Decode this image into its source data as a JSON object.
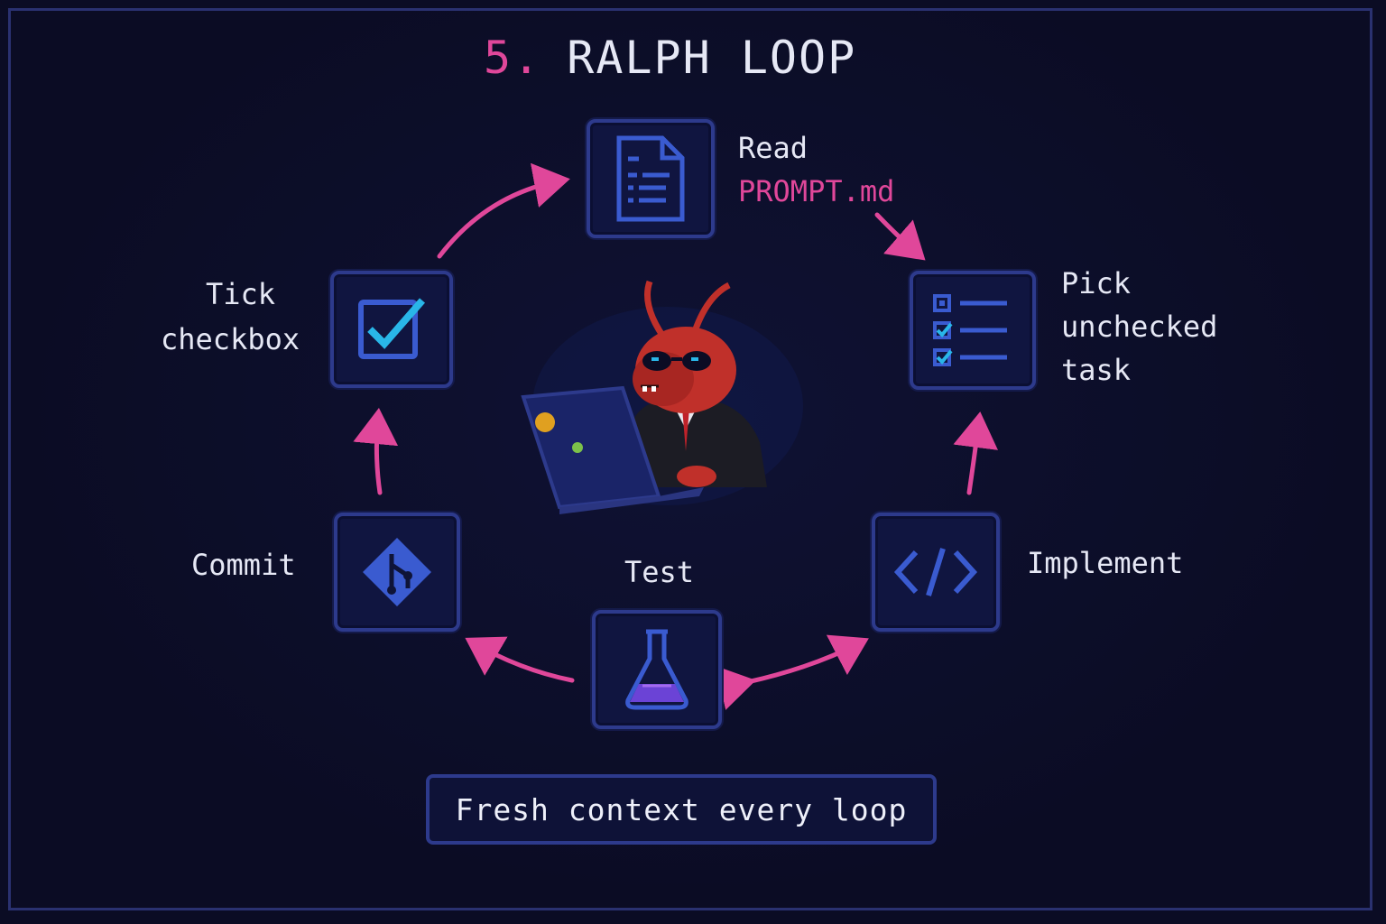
{
  "title": {
    "number": "5.",
    "text": "RALPH LOOP"
  },
  "steps": [
    {
      "id": "read",
      "label_line1": "Read",
      "label_line2": "PROMPT.md",
      "icon": "document-icon"
    },
    {
      "id": "pick",
      "label_line1": "Pick",
      "label_line2": "unchecked",
      "label_line3": "task",
      "icon": "checklist-icon"
    },
    {
      "id": "implement",
      "label": "Implement",
      "icon": "code-brackets-icon"
    },
    {
      "id": "test",
      "label": "Test",
      "icon": "flask-icon"
    },
    {
      "id": "commit",
      "label": "Commit",
      "icon": "git-icon"
    },
    {
      "id": "tick",
      "label_line1": "Tick",
      "label_line2": "checkbox",
      "icon": "checkbox-icon"
    }
  ],
  "footer": "Fresh context every loop",
  "colors": {
    "accent": "#e0479a",
    "node_border": "#2d3a8c",
    "icon": "#3a5bd0",
    "check": "#29b6e8",
    "background": "#0b0c24"
  },
  "mascot": {
    "icon": "ant-developer-icon"
  }
}
